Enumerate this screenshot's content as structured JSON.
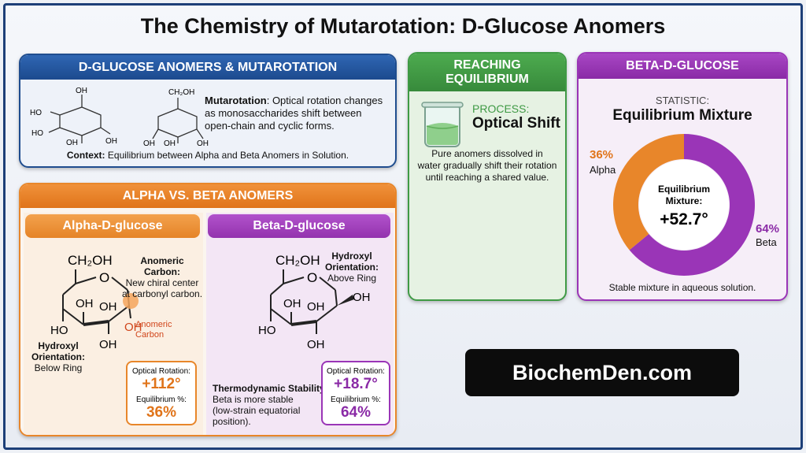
{
  "title": "The Chemistry of Mutarotation: D-Glucose Anomers",
  "colors": {
    "blue": "#1f4d8f",
    "orange": "#e8862a",
    "green": "#3f9a45",
    "purple": "#9a35b7"
  },
  "panel1": {
    "header": "D-GLUCOSE ANOMERS & MUTAROTATION",
    "mutarotation_term": "Mutarotation",
    "mutarotation_line1": ": Optical rotation changes",
    "mutarotation_line2": "as monosaccharides shift between",
    "mutarotation_line3": "open-chain and cyclic forms.",
    "context_term": "Context:",
    "context_text": " Equilibrium between Alpha and Beta Anomers in Solution.",
    "ring_labels": {
      "oh": "OH",
      "ho": "HO",
      "ch2oh": "CH₂OH"
    }
  },
  "panel2": {
    "header": "ALPHA VS. BETA ANOMERS",
    "alpha": {
      "tab": "Alpha-D-glucose",
      "ch2oh": "CH₂OH",
      "ring_o": "O",
      "oh": "OH",
      "ho": "HO",
      "anomeric_term": "Anomeric Carbon:",
      "anomeric_line1": "New chiral center",
      "anomeric_line2": "at carbonyl carbon.",
      "anomeric_label1": "Anomeric",
      "anomeric_label2": "Carbon",
      "hydroxyl_line1": "Hydroxyl",
      "hydroxyl_line2": "Orientation:",
      "hydroxyl_line3": "Below Ring",
      "rotation_label": "Optical Rotation:",
      "rotation_value": "+112°",
      "eq_label": "Equilibrium %:",
      "eq_value": "36%"
    },
    "beta": {
      "tab": "Beta-D-glucose",
      "ch2oh": "CH₂OH",
      "ring_o": "O",
      "oh": "OH",
      "ho": "HO",
      "hydroxyl_line1": "Hydroxyl",
      "hydroxyl_line2": "Orientation:",
      "hydroxyl_line3": "Above Ring",
      "stability_term": "Thermodynamic Stability:",
      "stability_line1": "Beta is more stable",
      "stability_line2": "(low-strain equatorial",
      "stability_line3": "position).",
      "rotation_label": "Optical Rotation:",
      "rotation_value": "+18.7°",
      "eq_label": "Equilibrium %:",
      "eq_value": "64%"
    }
  },
  "panel3": {
    "header_line1": "REACHING",
    "header_line2": "EQUILIBRIUM",
    "process_label": "PROCESS:",
    "process_title": "Optical Shift",
    "desc_line1": "Pure anomers dissolved in",
    "desc_line2": "water gradually shift their rotation",
    "desc_line3": "until reaching a shared value.",
    "icon": "beaker-icon"
  },
  "panel4": {
    "header": "BETA-D-GLUCOSE",
    "statistic_label": "STATISTIC:",
    "statistic_title": "Equilibrium Mixture",
    "alpha_pct": "36%",
    "alpha_label": "Alpha",
    "beta_pct": "64%",
    "beta_label": "Beta",
    "center_line1": "Equilibrium",
    "center_line2": "Mixture:",
    "center_value": "+52.7°",
    "footer": "Stable mixture in aqueous solution.",
    "donut": {
      "alpha_fraction": 0.36,
      "beta_fraction": 0.64
    }
  },
  "brand": "BiochemDen.com"
}
